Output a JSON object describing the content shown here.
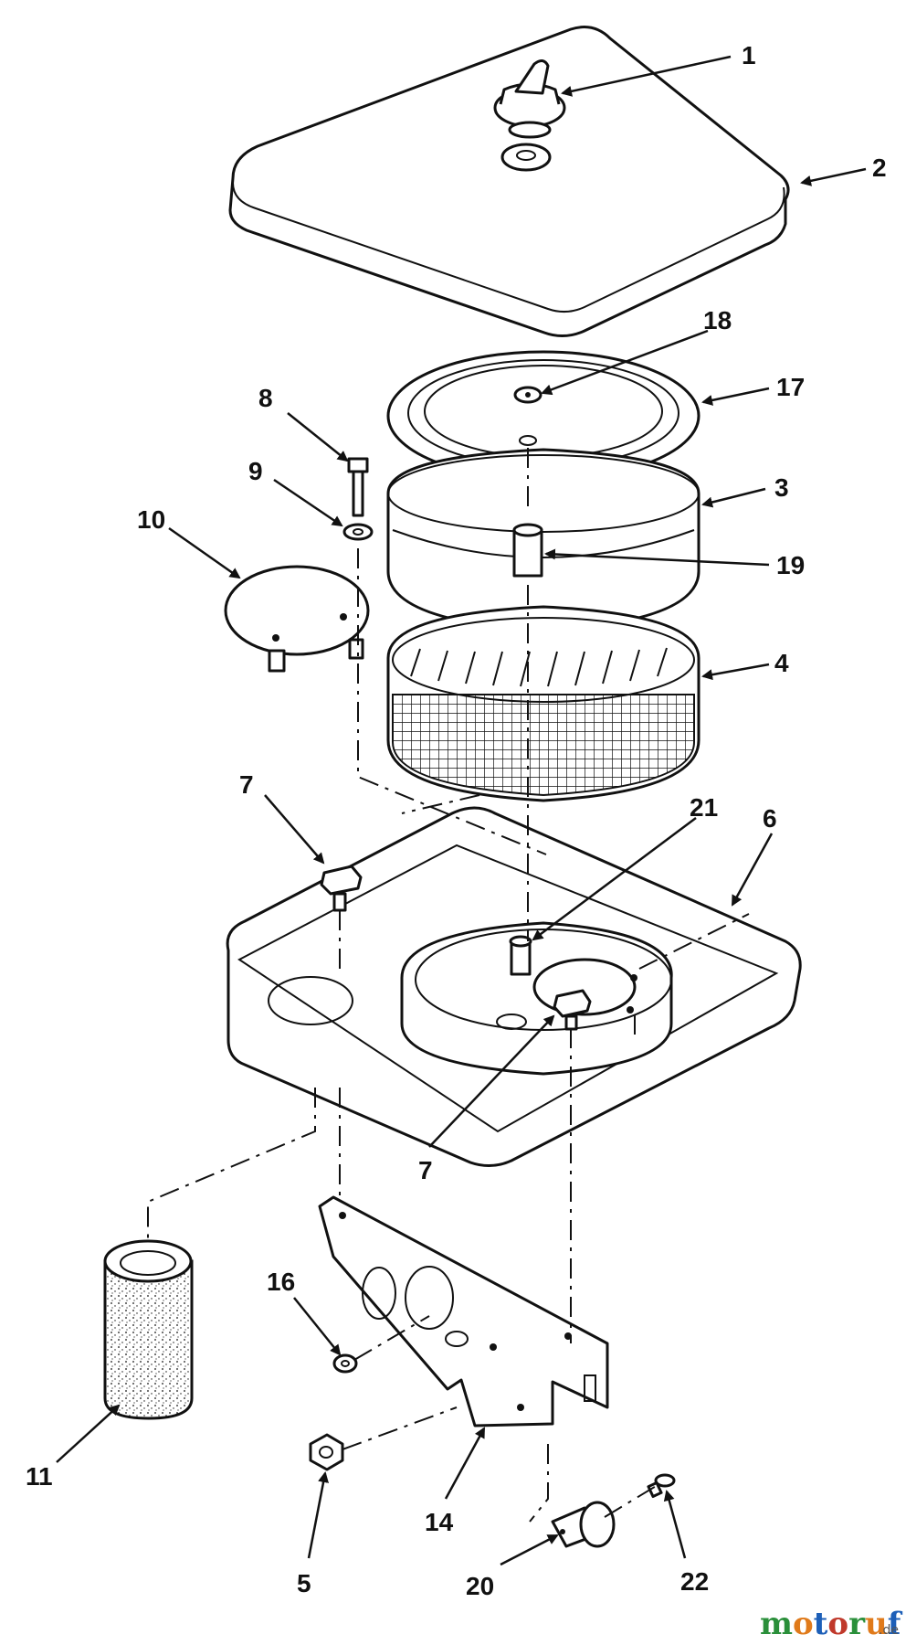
{
  "callouts": [
    {
      "id": "c1",
      "label": "1"
    },
    {
      "id": "c2",
      "label": "2"
    },
    {
      "id": "c18",
      "label": "18"
    },
    {
      "id": "c17",
      "label": "17"
    },
    {
      "id": "c8",
      "label": "8"
    },
    {
      "id": "c3",
      "label": "3"
    },
    {
      "id": "c9",
      "label": "9"
    },
    {
      "id": "c10",
      "label": "10"
    },
    {
      "id": "c19",
      "label": "19"
    },
    {
      "id": "c4",
      "label": "4"
    },
    {
      "id": "c7a",
      "label": "7"
    },
    {
      "id": "c21",
      "label": "21"
    },
    {
      "id": "c6",
      "label": "6"
    },
    {
      "id": "c7b",
      "label": "7"
    },
    {
      "id": "c16",
      "label": "16"
    },
    {
      "id": "c11",
      "label": "11"
    },
    {
      "id": "c14",
      "label": "14"
    },
    {
      "id": "c22",
      "label": "22"
    },
    {
      "id": "c5",
      "label": "5"
    },
    {
      "id": "c20",
      "label": "20"
    }
  ],
  "watermark": {
    "text_main": "motoruf",
    "text_suffix": ".de",
    "colors": [
      "#2a8f3a",
      "#e07a1a",
      "#1d5fb8",
      "#c0392b",
      "#2a8f3a",
      "#e07a1a",
      "#1d5fb8"
    ]
  }
}
